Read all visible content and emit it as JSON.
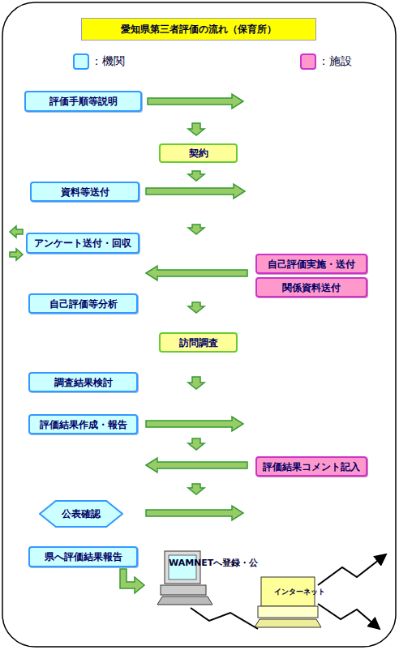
{
  "diagram": {
    "title": "愛知県第三者評価の流れ（保育所）",
    "nodes": [
      {
        "text": [
          "評価手順等説明"
        ]
      },
      {
        "text": [
          "契約"
        ]
      },
      {
        "text": [
          "資料等送付"
        ]
      },
      {
        "text": [
          "アンケート送付・回収"
        ]
      },
      {
        "text": [
          "自己評価実施・送付"
        ]
      },
      {
        "text": [
          "関係資料送付"
        ]
      },
      {
        "text": [
          "自己評価等分析"
        ]
      },
      {
        "text": [
          "訪問調査"
        ]
      },
      {
        "text": [
          "調査結果検討"
        ]
      },
      {
        "text": [
          "評価結果作成・報告"
        ]
      },
      {
        "text": [
          "評価結果コメント記入"
        ]
      },
      {
        "text": [
          "公表確認"
        ]
      },
      {
        "text": [
          "県へ評価結果報告"
        ]
      }
    ],
    "labels": [
      "WAMNETへ登録・公",
      "インターネット"
    ],
    "legend": [
      {
        "text": "：機関",
        "color": "#ccffff"
      },
      {
        "text": "：施設",
        "color": "#ff99cc"
      }
    ]
  }
}
